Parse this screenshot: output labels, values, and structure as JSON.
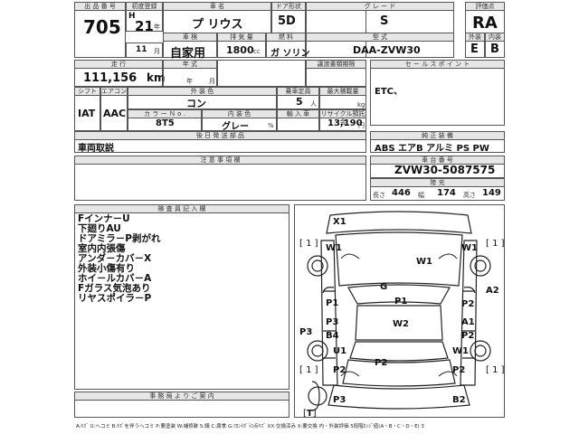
{
  "headers": {
    "lot_no": "出 品 番 号",
    "first_reg": "初度登録",
    "car_name": "車 名",
    "door": "ドア形状",
    "grade": "グ レ ー ド",
    "score": "評価点",
    "car_inspection": "車 検",
    "displacement": "排 気 量",
    "fuel": "燃 料",
    "model": "型 式",
    "exterior": "外装",
    "interior": "内装",
    "mileage": "走 行",
    "year_type": "年 式",
    "transfer": "譲渡書類期限",
    "sales_point": "セ ー ル ス ポ イ ン ト",
    "shift": "シフト",
    "aircon": "エアコン",
    "ext_color": "外 装 色",
    "capacity": "乗車定員",
    "max_load": "最大積載量",
    "color_no": "カ ラ ー Ｎ o .",
    "int_color": "内 装 色",
    "import": "輸 入 車",
    "tax": "リサイクル預託金",
    "rear_parts": "後 日 発 送 部 品",
    "equipment": "純 正 装 備",
    "notes": "注 意 事 項 欄",
    "chassis": "車 台 番 号",
    "chassis_note": "陸 充",
    "inspector": "検 査 員 記 入 欄",
    "office": "事 務 局 よ り ご 案 内"
  },
  "values": {
    "lot_no": "705",
    "era": "H",
    "year": "21",
    "year_unit": "年",
    "month": "11",
    "month_unit": "月",
    "car_name": "プ リウス",
    "door": "5D",
    "grade": "S",
    "score": "RA",
    "exterior": "E",
    "interior": "B",
    "car_inspection": "自家用",
    "displacement": "1800",
    "cc": "cc",
    "fuel": "ガ ソリン",
    "model": "DAA-ZVW30",
    "mileage": "111,156",
    "km": "km",
    "year_unit2": "年",
    "month_unit2": "月",
    "sales_point": "ETC、",
    "shift": "IAT",
    "aircon": "AAC",
    "ext_color": "コン",
    "capacity": "5",
    "capacity_unit": "人",
    "kg": "kg",
    "color_no": "8T5",
    "int_color": "グレー",
    "percent": "%",
    "tax": "13,190",
    "yen": "円",
    "rear_parts": "車両取説",
    "equipment": "ABS エアB アルミ PS PW",
    "chassis": "ZVW30-5087575",
    "length_label": "長さ",
    "length": "446",
    "width_label": "幅",
    "width": "174",
    "height_label": "高さ",
    "height": "149"
  },
  "inspector_remarks": [
    "Fインナ－U",
    "下廻りAU",
    "ドアミラ－P剥がれ",
    "室内内張傷",
    "アンダ－カバ－X",
    "外装小傷有り",
    "ホイ－ルカバ－A",
    "Fガラス気泡あり",
    "リヤスポイラ－P"
  ],
  "diagram_marks": {
    "x1": "X1",
    "w1_fl": "W1",
    "w1_fr": "W1",
    "w1_hood": "W1",
    "g": "G",
    "p1_l": "P1",
    "p2_r": "P2",
    "p1_c": "P1",
    "p3_l": "P3",
    "b4": "B4",
    "w2": "W2",
    "a1": "A1",
    "p2_r2": "P2",
    "a2": "A2",
    "p3_side": "P3",
    "u1": "U1",
    "w1_rr": "W1",
    "p2_bl": "P2",
    "p2_rc": "P2",
    "p2_br": "P2",
    "p3_bottom": "P3",
    "b2": "B2",
    "t": "T",
    "b1_fl": "1",
    "b1_fr": "1",
    "b1_rl": "1",
    "b1_rr": "1"
  },
  "legend": "A:ｷｽﾞ U:ヘコミ B:ｷｽﾞを伴うヘコミ P:要塗装 W:補修跡 S:錆 C:腐食 G:ﾌﾛﾝﾄｶﾞﾗｽ点ｷｽﾞ XX:交換済み X:要交換 内・外装評価 5段階ｶﾝｼﾞ値(A・B・C・D・E) 3"
}
